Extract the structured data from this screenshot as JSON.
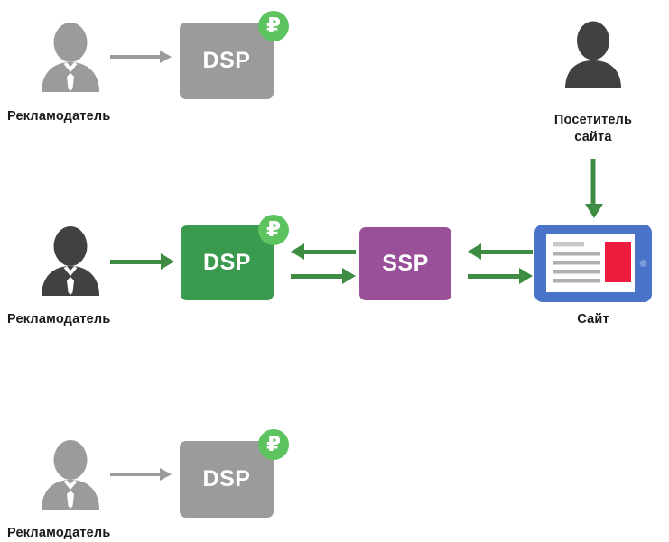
{
  "diagram": {
    "title": "RTB advertising flow diagram",
    "colors": {
      "gray_box": "#9b9b9b",
      "green_box": "#3a9a4e",
      "purple_box": "#9a4f99",
      "green_arrow": "#3d8c42",
      "gray_arrow": "#9b9b9b",
      "badge_green": "#5cc35e",
      "tablet_blue": "#4a74c9",
      "ad_red": "#ed1b3e",
      "person_dark": "#414042",
      "person_gray": "#9b9b9b",
      "text": "#1a1a1a"
    },
    "rows": [
      {
        "id": "row-top",
        "state": "inactive",
        "person_label": "Рекламодатель",
        "box_label": "DSP",
        "badge_symbol": "₽",
        "arrow": "arrow-right"
      },
      {
        "id": "row-middle",
        "state": "active",
        "person_label": "Рекламодатель",
        "box_label": "DSP",
        "badge_symbol": "₽",
        "arrow": "arrow-right",
        "exchange_label": "SSP",
        "site_label": "Сайт",
        "visitor_label_line1": "Посетитель",
        "visitor_label_line2": "сайта"
      },
      {
        "id": "row-bottom",
        "state": "inactive",
        "person_label": "Рекламодатель",
        "box_label": "DSP",
        "badge_symbol": "₽",
        "arrow": "arrow-right"
      }
    ],
    "icons": {
      "advertiser": "person-with-tie-icon",
      "visitor": "person-icon",
      "site": "tablet-icon",
      "money": "ruble-badge-icon"
    }
  }
}
